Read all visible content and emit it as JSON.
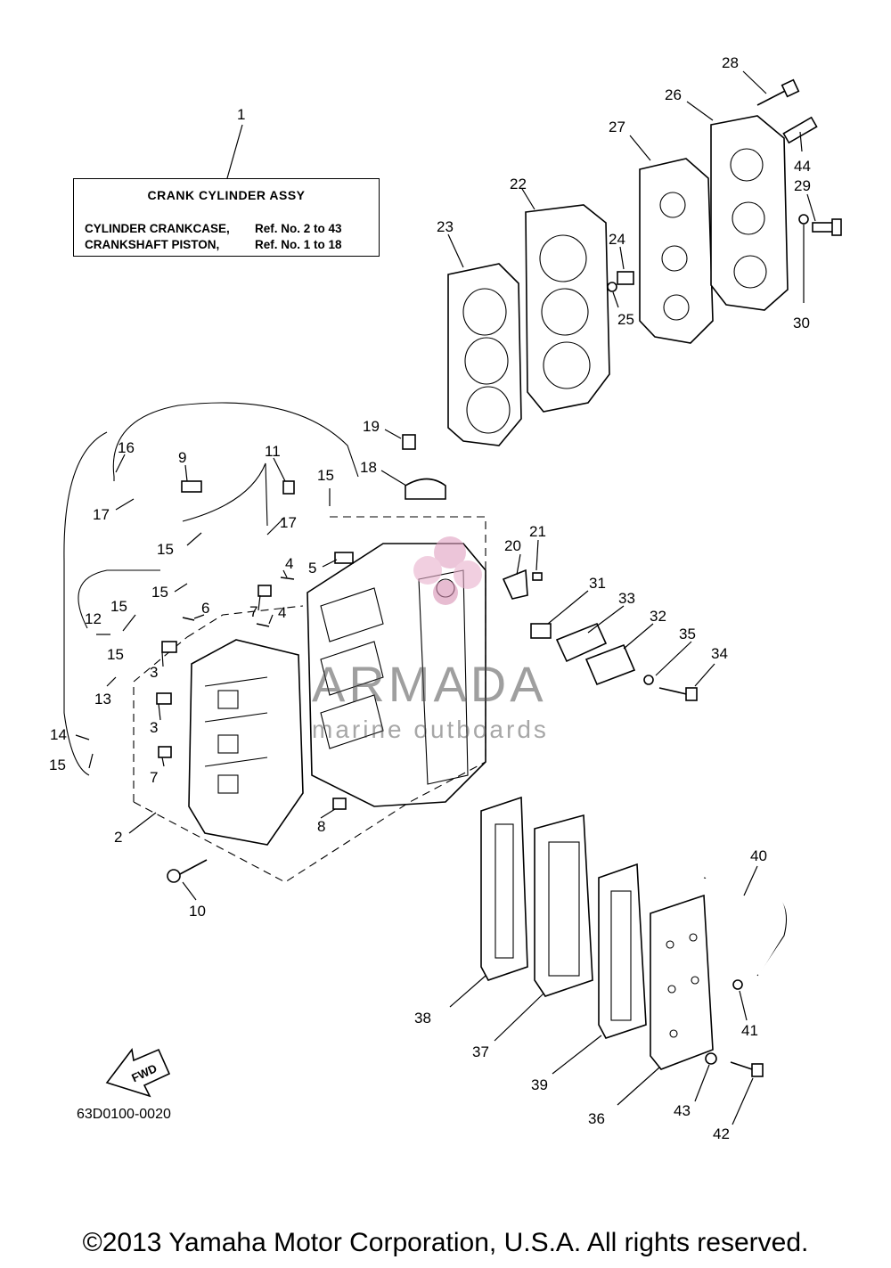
{
  "assembly_box": {
    "title": "CRANK  CYLINDER ASSY",
    "rows": [
      {
        "name": "CYLINDER CRANKCASE,",
        "ref": "Ref. No. 2 to 43"
      },
      {
        "name": "CRANKSHAFT PISTON,",
        "ref": "Ref. No. 1 to 18"
      }
    ]
  },
  "direction_label": "FWD",
  "diagram_code": "63D0100-0020",
  "watermark": {
    "brand": "ARMADA",
    "tagline": "marine outboards",
    "color": "#e0a0c0"
  },
  "copyright": "©2013 Yamaha Motor Corporation, U.S.A. All rights reserved.",
  "callouts": [
    "1",
    "2",
    "3",
    "3",
    "4",
    "4",
    "5",
    "6",
    "7",
    "7",
    "8",
    "9",
    "10",
    "11",
    "12",
    "13",
    "14",
    "15",
    "15",
    "15",
    "15",
    "15",
    "15",
    "16",
    "17",
    "17",
    "18",
    "19",
    "20",
    "21",
    "22",
    "23",
    "24",
    "25",
    "26",
    "27",
    "28",
    "29",
    "30",
    "31",
    "32",
    "33",
    "34",
    "35",
    "36",
    "37",
    "38",
    "39",
    "40",
    "41",
    "42",
    "43",
    "44"
  ]
}
